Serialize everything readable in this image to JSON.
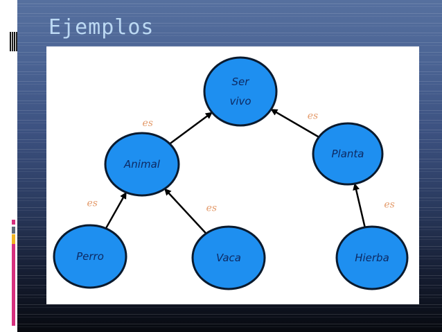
{
  "slide": {
    "title": "Ejemplos"
  },
  "diagram": {
    "node_color": "#1e8ff0",
    "node_stroke": "#0a1a2e",
    "edge_label_color": "#e39a6a",
    "nodes": [
      {
        "id": "ser-vivo",
        "lines": [
          "Ser",
          "vivo"
        ]
      },
      {
        "id": "animal",
        "lines": [
          "Animal"
        ]
      },
      {
        "id": "planta",
        "lines": [
          "Planta"
        ]
      },
      {
        "id": "perro",
        "lines": [
          "Perro"
        ]
      },
      {
        "id": "vaca",
        "lines": [
          "Vaca"
        ]
      },
      {
        "id": "hierba",
        "lines": [
          "Hierba"
        ]
      }
    ],
    "edges": [
      {
        "from": "animal",
        "to": "ser-vivo",
        "label": "es"
      },
      {
        "from": "planta",
        "to": "ser-vivo",
        "label": "es"
      },
      {
        "from": "perro",
        "to": "animal",
        "label": "es"
      },
      {
        "from": "vaca",
        "to": "animal",
        "label": "es"
      },
      {
        "from": "hierba",
        "to": "planta",
        "label": "es"
      }
    ]
  }
}
